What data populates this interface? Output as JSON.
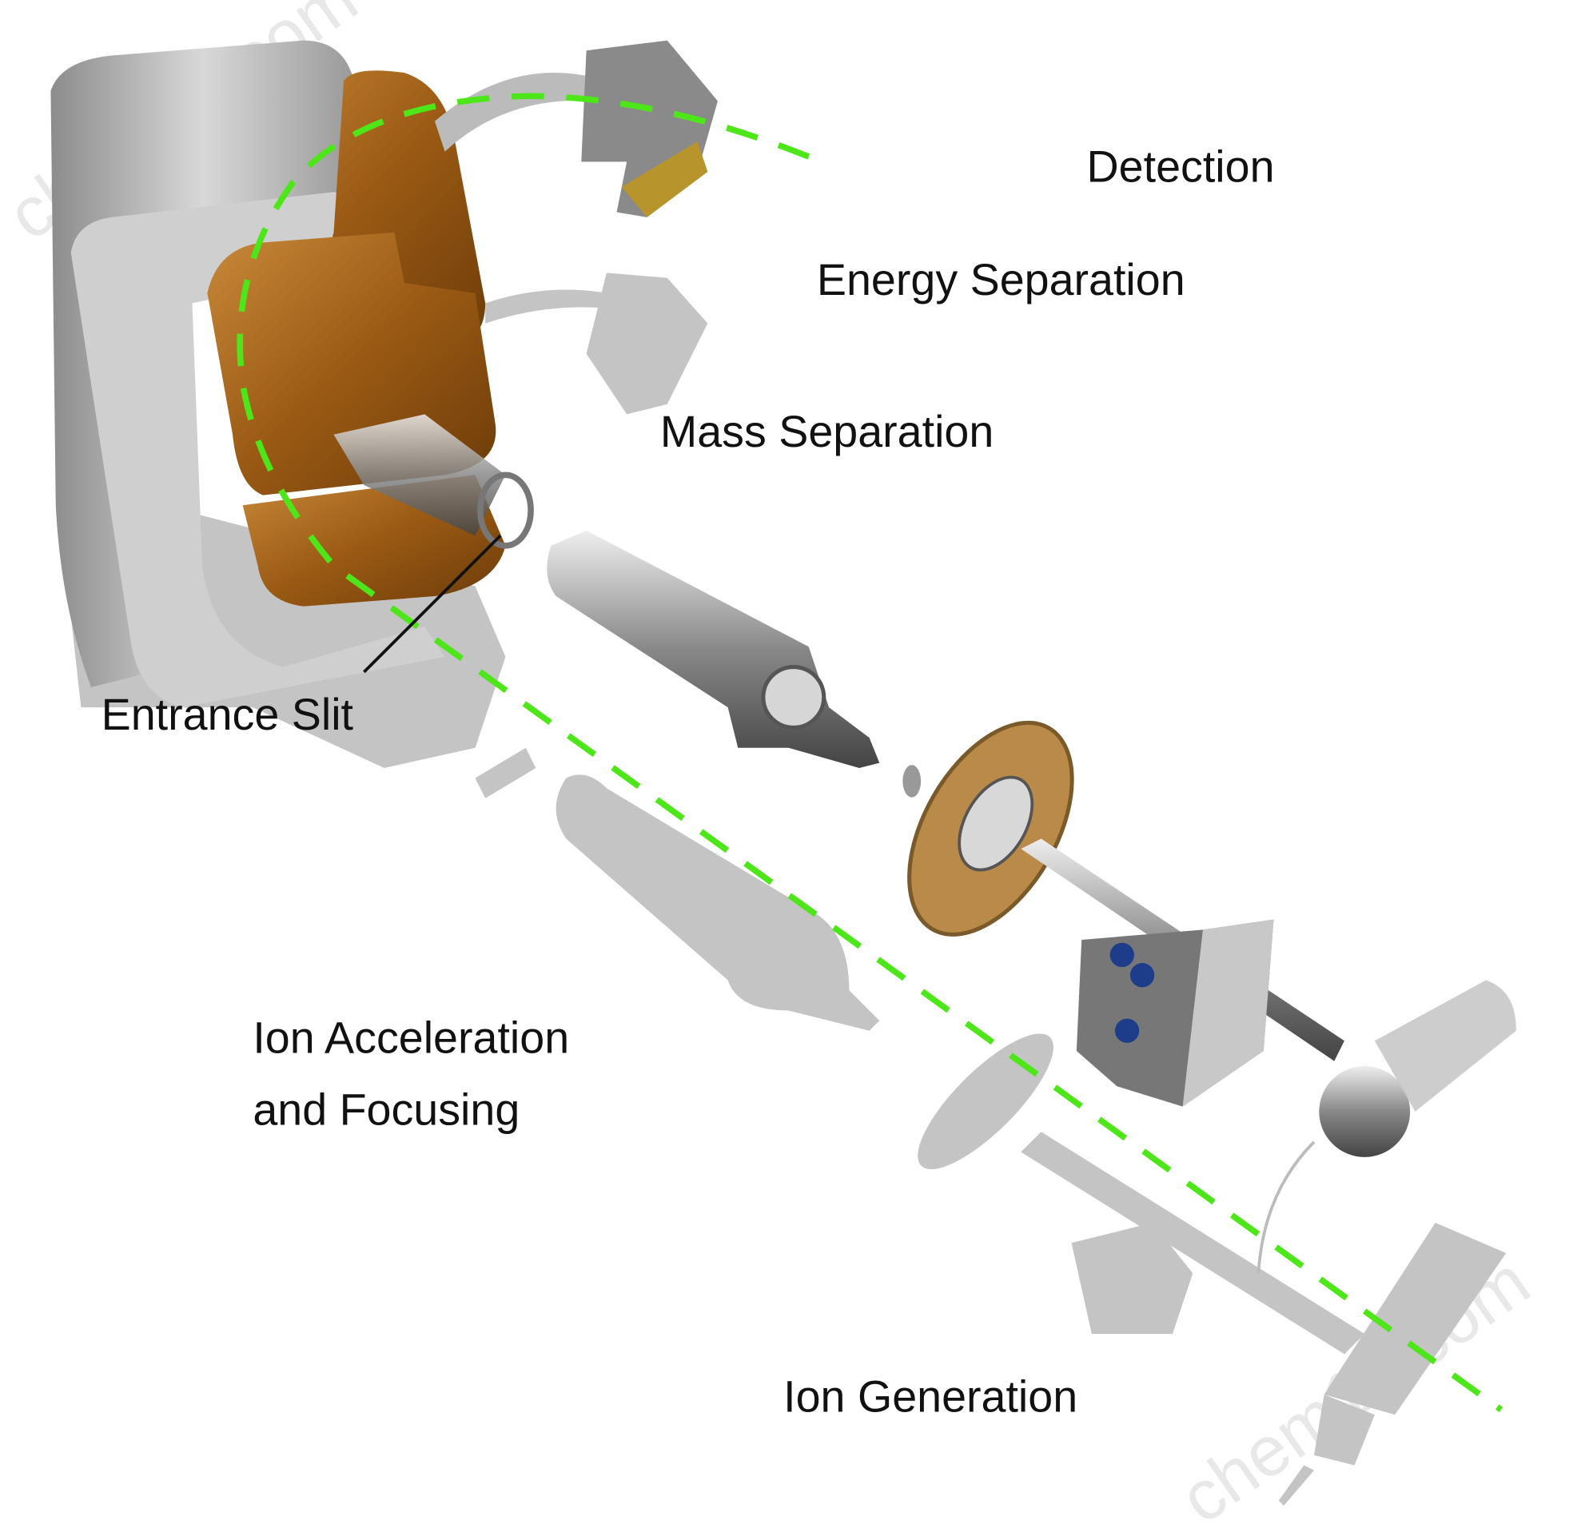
{
  "labels": {
    "detection": "Detection",
    "energy_separation": "Energy Separation",
    "mass_separation": "Mass Separation",
    "entrance_slit": "Entrance Slit",
    "ion_acceleration_line1": "Ion Acceleration",
    "ion_acceleration_line2": "and Focusing",
    "ion_generation": "Ion Generation"
  },
  "watermark": "chem17.com",
  "colors": {
    "ion_path": "#4de619",
    "copper": "#9a5a14",
    "magnet_gray": "#b4b4b4",
    "shadow": "#c4c4c4"
  }
}
